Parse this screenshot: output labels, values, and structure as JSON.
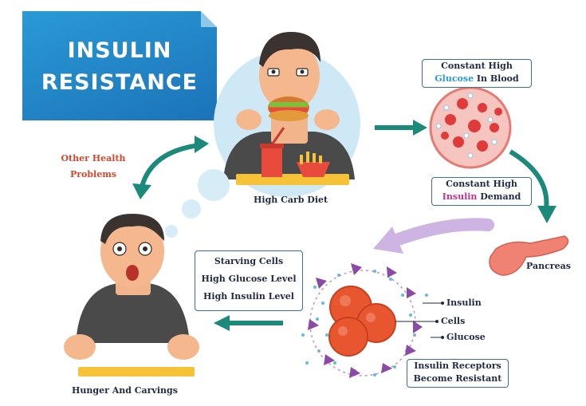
{
  "title": {
    "line1": "INSULIN",
    "line2": "RESISTANCE"
  },
  "stages": {
    "diet": "High Carb Diet",
    "other_health": {
      "line1": "Other Health",
      "line2": "Problems"
    },
    "glucose_box": {
      "pre": "Constant High",
      "highlight": "Glucose",
      "post": " In Blood"
    },
    "insulin_box": {
      "pre": "Constant High",
      "highlight": "Insulin",
      "post": " Demand"
    },
    "pancreas": "Pancreas",
    "cells_box": [
      "Starving Cells",
      "High Glucose Level",
      "High Insulin Level"
    ],
    "legend": {
      "insulin": "Insulin",
      "cells": "Cells",
      "glucose": "Glucose"
    },
    "receptors_box": {
      "line1": "Insulin Receptors",
      "line2": "Become Resistant"
    },
    "hunger": "Hunger And Carvings"
  },
  "colors": {
    "title_bg": "#1c73b8",
    "arrow": "#1b8a7a",
    "glucose_highlight": "#2a9ad6",
    "insulin_highlight": "#c8338a",
    "warning_text": "#d5482f",
    "box_border": "#3a6f9c",
    "cell": "#e8562f",
    "insulin_triangle": "#8a4aa5"
  }
}
